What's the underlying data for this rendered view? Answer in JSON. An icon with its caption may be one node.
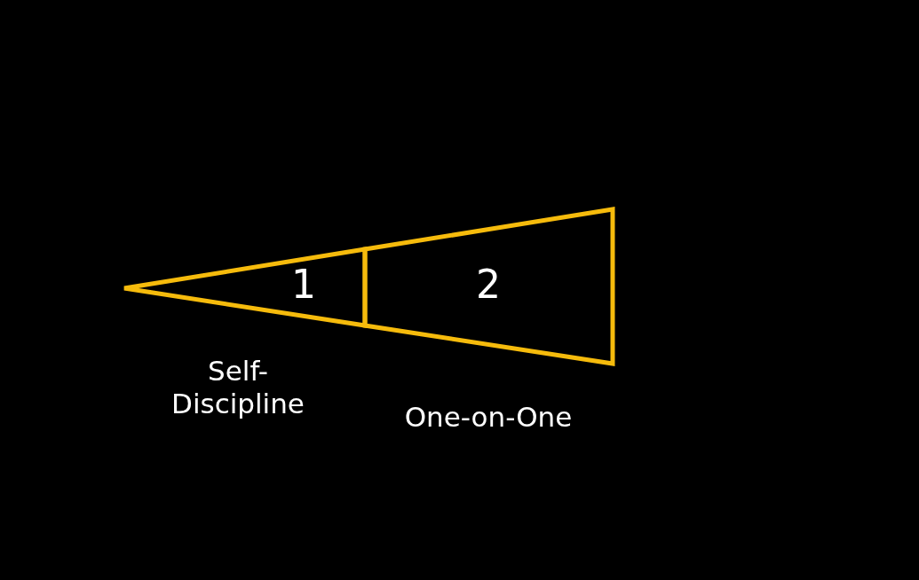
{
  "diagram": {
    "nodes": [
      {
        "text": [
          "1"
        ],
        "beside": [
          "Self-Discipline"
        ]
      },
      {
        "text": [
          "2"
        ],
        "beside": [
          "One-on-One"
        ]
      }
    ]
  }
}
